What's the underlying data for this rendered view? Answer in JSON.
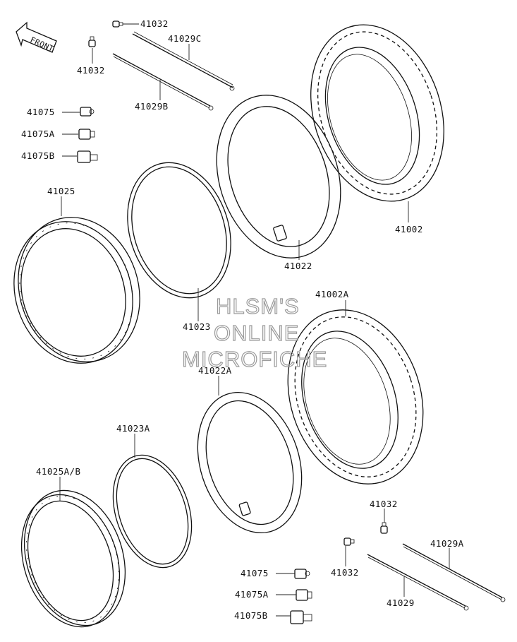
{
  "diagram": {
    "front_arrow_label": "FRONT",
    "watermark": [
      "HLSM'S",
      "ONLINE",
      "MICROFICHE"
    ],
    "labels": {
      "p41032_top": "41032",
      "p41032_left": "41032",
      "p41029C": "41029C",
      "p41029B": "41029B",
      "p41075_top": "41075",
      "p41075A_top": "41075A",
      "p41075B_top": "41075B",
      "p41025": "41025",
      "p41023": "41023",
      "p41022": "41022",
      "p41002": "41002",
      "p41002A": "41002A",
      "p41022A": "41022A",
      "p41023A": "41023A",
      "p41025AB": "41025A/B",
      "p41032_br_top": "41032",
      "p41032_br_bottom": "41032",
      "p41029A": "41029A",
      "p41029": "41029",
      "p41075_bottom": "41075",
      "p41075A_bottom": "41075A",
      "p41075B_bottom": "41075B"
    }
  },
  "colors": {
    "line": "#111111",
    "watermark": "#9a9a9a",
    "background": "#ffffff"
  }
}
